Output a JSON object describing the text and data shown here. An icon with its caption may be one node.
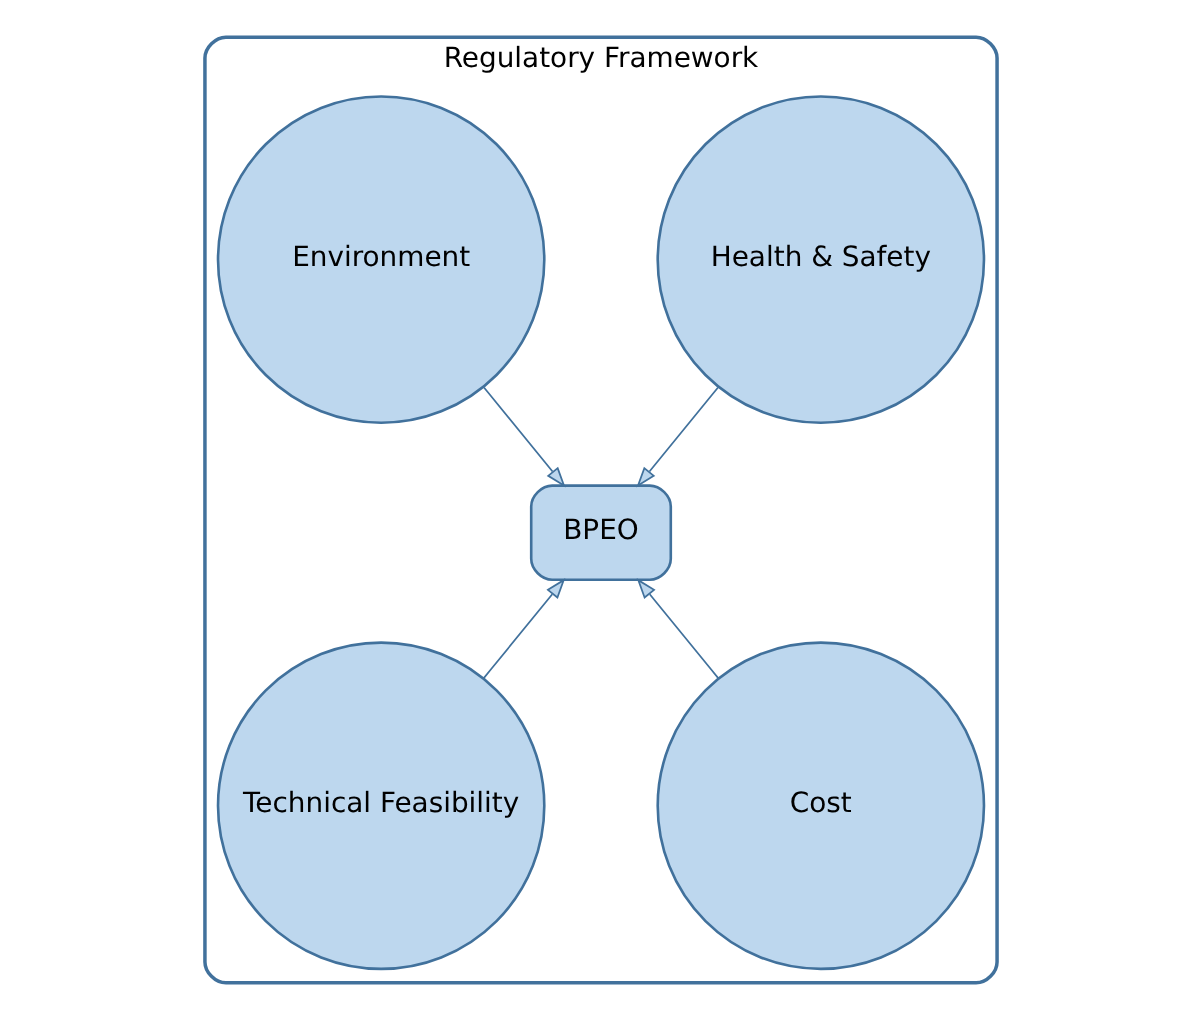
{
  "diagram": {
    "nodes": [
      {
        "text": [
          "Regulatory Framework"
        ]
      },
      {
        "text": [
          "Environment"
        ],
        "in": 0
      },
      {
        "text": [
          "Health & Safety"
        ],
        "in": 0
      },
      {
        "text": [
          "BPEO"
        ],
        "in": 0
      },
      {
        "text": [
          "Technical Feasibility"
        ],
        "in": 0
      },
      {
        "text": [
          "Cost"
        ],
        "in": 0
      }
    ],
    "edges": [
      {
        "from": 1,
        "to": 3,
        "arrow": "to"
      },
      {
        "from": 2,
        "to": 3,
        "arrow": "to"
      },
      {
        "from": 4,
        "to": 3,
        "arrow": "to"
      },
      {
        "from": 5,
        "to": 3,
        "arrow": "to"
      }
    ]
  }
}
